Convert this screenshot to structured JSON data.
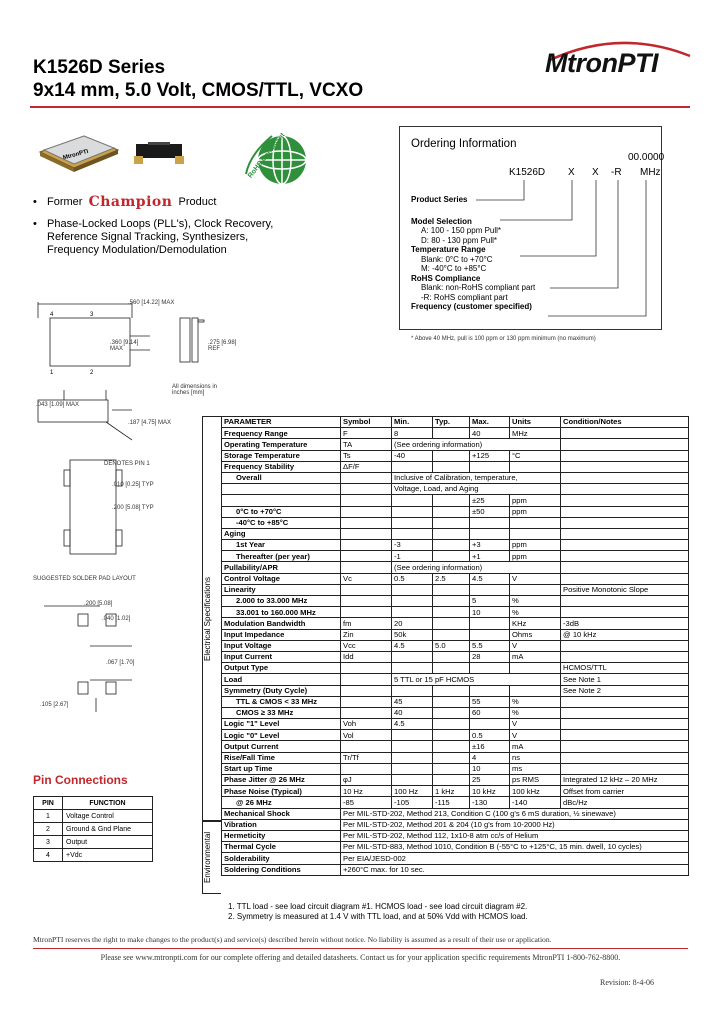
{
  "header": {
    "series": "K1526D Series",
    "subtitle": "9x14 mm, 5.0 Volt, CMOS/TTL, VCXO",
    "logo": "MtronPTI",
    "rohs": "RoHS Compliant",
    "chip_label": "MtronPTI"
  },
  "bullets": {
    "former": "Former",
    "champion": "Champion",
    "product": "Product",
    "apps": "Phase-Locked Loops (PLL's), Clock Recovery, Reference Signal Tracking, Synthesizers, Frequency Modulation/Demodulation"
  },
  "ordering": {
    "title": "Ordering Information",
    "freq_top": "00.0000",
    "model": "K1526D",
    "x1": "X",
    "x2": "X",
    "r": "-R",
    "mhz": "MHz",
    "product_series": "Product Series",
    "model_sel": "Model Selection",
    "a_line": "A:        100 - 150 ppm Pull*",
    "d_line": "D:        80 - 130 ppm Pull*",
    "temp_range": "Temperature Range",
    "blank_temp": "Blank:  0°C to +70°C",
    "m_temp": "M:        -40°C to +85°C",
    "rohs": "RoHS Compliance",
    "blank_rohs": "Blank:  non-RoHS compliant part",
    "r_rohs": "-R:        RoHS compliant part",
    "freq_spec": "Frequency (customer specified)",
    "note": "* Above 40 MHz, pull is 100 ppm or 130 ppm minimum (no maximum)"
  },
  "dims": {
    "d1": ".560 [14.22] MAX",
    "d2": ".360 [9.14] MAX",
    "d3": ".275 [6.98] REF",
    "d4": ".043 [1.09] MAX",
    "d5": ".187 [4.75] MAX",
    "d6": "DENOTES PIN 1",
    "d7": ".010 [0.25] TYP",
    "d8": ".200 [5.08] TYP",
    "note": "All dimensions in inches [mm]",
    "solder": "SUGGESTED SOLDER PAD LAYOUT",
    "s1": ".200 [5.08]",
    "s2": ".040 [1.02]",
    "s3": ".067 [1.70]",
    "s4": ".105 [2.67]"
  },
  "spec": {
    "header": [
      "PARAMETER",
      "Symbol",
      "Min.",
      "Typ.",
      "Max.",
      "Units",
      "Condition/Notes"
    ],
    "elec_label": "Electrical Specifications",
    "env_label": "Environmental",
    "rows": [
      [
        "Frequency Range",
        "F",
        "8",
        "",
        "40",
        "MHz",
        ""
      ],
      [
        "Operating Temperature",
        "TA",
        "(See ordering information)",
        "",
        "",
        "",
        ""
      ],
      [
        "Storage Temperature",
        "Ts",
        "-40",
        "",
        "+125",
        "°C",
        ""
      ],
      [
        "Frequency Stability",
        "ΔF/F",
        "",
        "",
        "",
        "",
        ""
      ],
      [
        "Overall",
        "",
        "Inclusive of Calibration, temperature,",
        "",
        "",
        "",
        ""
      ],
      [
        "",
        "",
        "Voltage, Load, and Aging",
        "",
        "",
        "",
        ""
      ],
      [
        "",
        "",
        "",
        "",
        "±25",
        "ppm",
        ""
      ],
      [
        "0°C to +70°C",
        "",
        "",
        "",
        "±50",
        "ppm",
        ""
      ],
      [
        "-40°C to +85°C",
        "",
        "",
        "",
        "",
        "",
        ""
      ],
      [
        "Aging",
        "",
        "",
        "",
        "",
        "",
        ""
      ],
      [
        "1st Year",
        "",
        "-3",
        "",
        "+3",
        "ppm",
        ""
      ],
      [
        "Thereafter (per year)",
        "",
        "-1",
        "",
        "+1",
        "ppm",
        ""
      ],
      [
        "Pullability/APR",
        "",
        "(See ordering information)",
        "",
        "",
        "",
        ""
      ],
      [
        "Control Voltage",
        "Vc",
        "0.5",
        "2.5",
        "4.5",
        "V",
        ""
      ],
      [
        "Linearity",
        "",
        "",
        "",
        "",
        "",
        "Positive Monotonic Slope"
      ],
      [
        "2.000 to 33.000 MHz",
        "",
        "",
        "",
        "5",
        "%",
        ""
      ],
      [
        "33.001 to 160.000 MHz",
        "",
        "",
        "",
        "10",
        "%",
        ""
      ],
      [
        "Modulation Bandwidth",
        "fm",
        "20",
        "",
        "",
        "KHz",
        "-3dB"
      ],
      [
        "Input Impedance",
        "Zin",
        "50k",
        "",
        "",
        "Ohms",
        "@ 10 kHz"
      ],
      [
        "Input Voltage",
        "Vcc",
        "4.5",
        "5.0",
        "5.5",
        "V",
        ""
      ],
      [
        "Input Current",
        "Idd",
        "",
        "",
        "28",
        "mA",
        ""
      ],
      [
        "Output Type",
        "",
        "",
        "",
        "",
        "",
        "HCMOS/TTL"
      ],
      [
        "Load",
        "",
        "5 TTL or 15 pF HCMOS",
        "",
        "",
        "",
        "See Note 1"
      ],
      [
        "Symmetry (Duty Cycle)",
        "",
        "",
        "",
        "",
        "",
        "See Note 2"
      ],
      [
        "TTL & CMOS < 33 MHz",
        "",
        "45",
        "",
        "55",
        "%",
        ""
      ],
      [
        "CMOS ≥ 33 MHz",
        "",
        "40",
        "",
        "60",
        "%",
        ""
      ],
      [
        "Logic \"1\" Level",
        "Voh",
        "4.5",
        "",
        "",
        "V",
        ""
      ],
      [
        "Logic \"0\" Level",
        "Vol",
        "",
        "",
        "0.5",
        "V",
        ""
      ],
      [
        "Output Current",
        "",
        "",
        "",
        "±16",
        "mA",
        ""
      ],
      [
        "Rise/Fall Time",
        "Tr/Tf",
        "",
        "",
        "4",
        "ns",
        ""
      ],
      [
        "Start up Time",
        "",
        "",
        "",
        "10",
        "ms",
        ""
      ],
      [
        "Phase Jitter @ 26 MHz",
        "φJ",
        "",
        "",
        "25",
        "ps RMS",
        "Integrated 12 kHz – 20 MHz"
      ],
      [
        "Phase Noise (Typical)",
        "10 Hz",
        "100 Hz",
        "1 kHz",
        "10 kHz",
        "100 kHz",
        "Offset from carrier"
      ],
      [
        "@ 26 MHz",
        "-85",
        "-105",
        "-115",
        "-130",
        "-140",
        "dBc/Hz"
      ]
    ],
    "env_rows": [
      [
        "Mechanical Shock",
        "Per MIL-STD-202, Method 213, Condition C (100 g's 6 mS duration, ½ sinewave)"
      ],
      [
        "Vibration",
        "Per MIL-STD-202, Method 201 & 204 (10 g's from 10-2000 Hz)"
      ],
      [
        "Hermeticity",
        "Per MIL-STD-202, Method 112, 1x10-8 atm cc/s of Helium"
      ],
      [
        "Thermal Cycle",
        "Per MIL-STD-883, Method 1010, Condition B (-55°C to +125°C, 15 min. dwell, 10 cycles)"
      ],
      [
        "Solderability",
        "Per EIA/JESD-002"
      ],
      [
        "Soldering Conditions",
        "+260°C max. for 10 sec."
      ]
    ]
  },
  "pins": {
    "title": "Pin Connections",
    "header": [
      "PIN",
      "FUNCTION"
    ],
    "rows": [
      [
        "1",
        "Voltage Control"
      ],
      [
        "2",
        "Ground & Gnd Plane"
      ],
      [
        "3",
        "Output"
      ],
      [
        "4",
        "+Vdc"
      ]
    ]
  },
  "footnotes": {
    "n1": "1.  TTL load - see load circuit diagram #1.  HCMOS load - see load circuit diagram #2.",
    "n2": "2.  Symmetry is measured at 1.4 V with TTL load, and at 50% Vdd with HCMOS load."
  },
  "footer": {
    "disclaimer": "MtronPTI reserves the right to make changes to the product(s) and service(s) described herein without notice. No liability is assumed as a result of their use or application.",
    "website": "Please see www.mtronpti.com for our complete offering and detailed datasheets. Contact us for your application specific requirements MtronPTI 1-800-762-8800.",
    "revision": "Revision: 8-4-06"
  },
  "colors": {
    "brand_red": "#c0282d",
    "globe_green": "#2f8f3a"
  }
}
